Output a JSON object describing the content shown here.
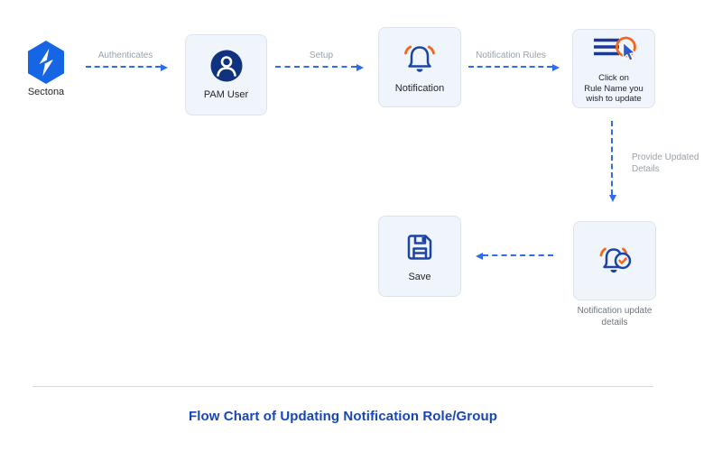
{
  "title": "Flow Chart of Updating Notification Role/Group",
  "logo": {
    "label": "Sectona",
    "icon": "sectona-hexagon-bolt-icon"
  },
  "nodes": {
    "pam_user": {
      "label": "PAM User",
      "icon": "user-icon"
    },
    "notification": {
      "label": "Notification",
      "icon": "bell-icon"
    },
    "click_rule": {
      "lines": [
        "Click on",
        "Rule Name you",
        "wish to update"
      ],
      "icon": "menu-cursor-icon"
    },
    "notification_update": {
      "lines": [
        "Notification update",
        "details"
      ],
      "icon": "bell-check-icon"
    },
    "save": {
      "label": "Save",
      "icon": "floppy-disk-icon"
    }
  },
  "edges": {
    "authenticates": {
      "label": "Authenticates",
      "direction": "right"
    },
    "setup": {
      "label": "Setup",
      "direction": "right"
    },
    "notification_rules": {
      "label": "Notification Rules",
      "direction": "right"
    },
    "provide_updated": {
      "lines": [
        "Provide Updated",
        "Details"
      ],
      "direction": "down"
    },
    "to_save": {
      "label": "",
      "direction": "left"
    }
  },
  "colors": {
    "arrow": "#2f6ced",
    "accent_orange": "#f3661c",
    "icon_navy": "#1c43a6",
    "menu_navy": "#1b3a97",
    "cursor_blue": "#2b59c8",
    "logo_blue": "#1565e5",
    "user_navy": "#0f337f",
    "title_blue": "#1747b4",
    "node_bg": "#f0f4fb",
    "node_border": "#dde3ee",
    "edge_label": "#99a0a9"
  }
}
